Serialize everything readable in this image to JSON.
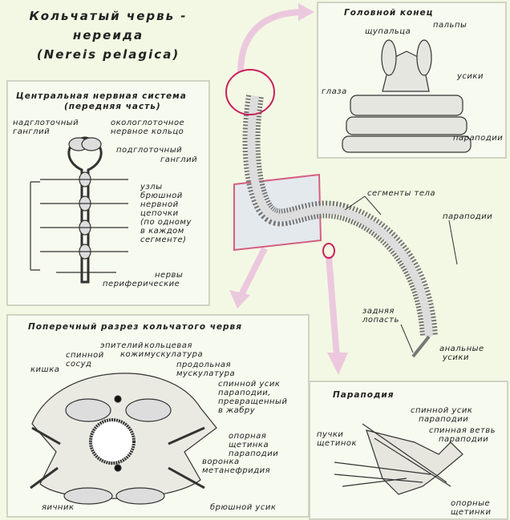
{
  "title": {
    "line1": "Кольчатый червь -",
    "line2": "нереида",
    "line3": "(Nereis pelagica)"
  },
  "nervous": {
    "heading1": "Центральная нервная система",
    "heading2": "(передняя часть)",
    "labels": [
      "надглоточный",
      "ганглий",
      "окологлоточное",
      "нервное кольцо",
      "подглоточный",
      "ганглий",
      "узлы",
      "брюшной",
      "нервной",
      "цепочки",
      "(по одному",
      "в каждом",
      "сегменте)",
      "нервы",
      "периферические"
    ]
  },
  "head": {
    "heading": "Головной конец",
    "labels": [
      "щупальца",
      "пальпы",
      "глаза",
      "усики",
      "параподии"
    ]
  },
  "worm": {
    "labels": [
      "сегменты тела",
      "параподии",
      "задняя",
      "лопасть",
      "анальные",
      "усики"
    ]
  },
  "section": {
    "heading": "Поперечный разрез кольчатого червя",
    "labels": [
      "эпителий",
      "кожи",
      "кольцевая",
      "мускулатура",
      "спинной",
      "сосуд",
      "кишка",
      "продольная",
      "мускулатура",
      "спинной усик",
      "параподии,",
      "превращенный",
      "в жабру",
      "опорная",
      "щетинка",
      "параподии",
      "воронка",
      "метанефридия",
      "яичник",
      "брюшной усик"
    ]
  },
  "parapodia": {
    "heading": "Параподия",
    "labels": [
      "спинной усик",
      "параподии",
      "спинная ветвь",
      "параподии",
      "пучки",
      "щетинок",
      "опорные",
      "щетинки"
    ]
  },
  "colors": {
    "background": "#f3f8e4",
    "accent": "#c8205a",
    "arrow": "#ecc8de"
  }
}
